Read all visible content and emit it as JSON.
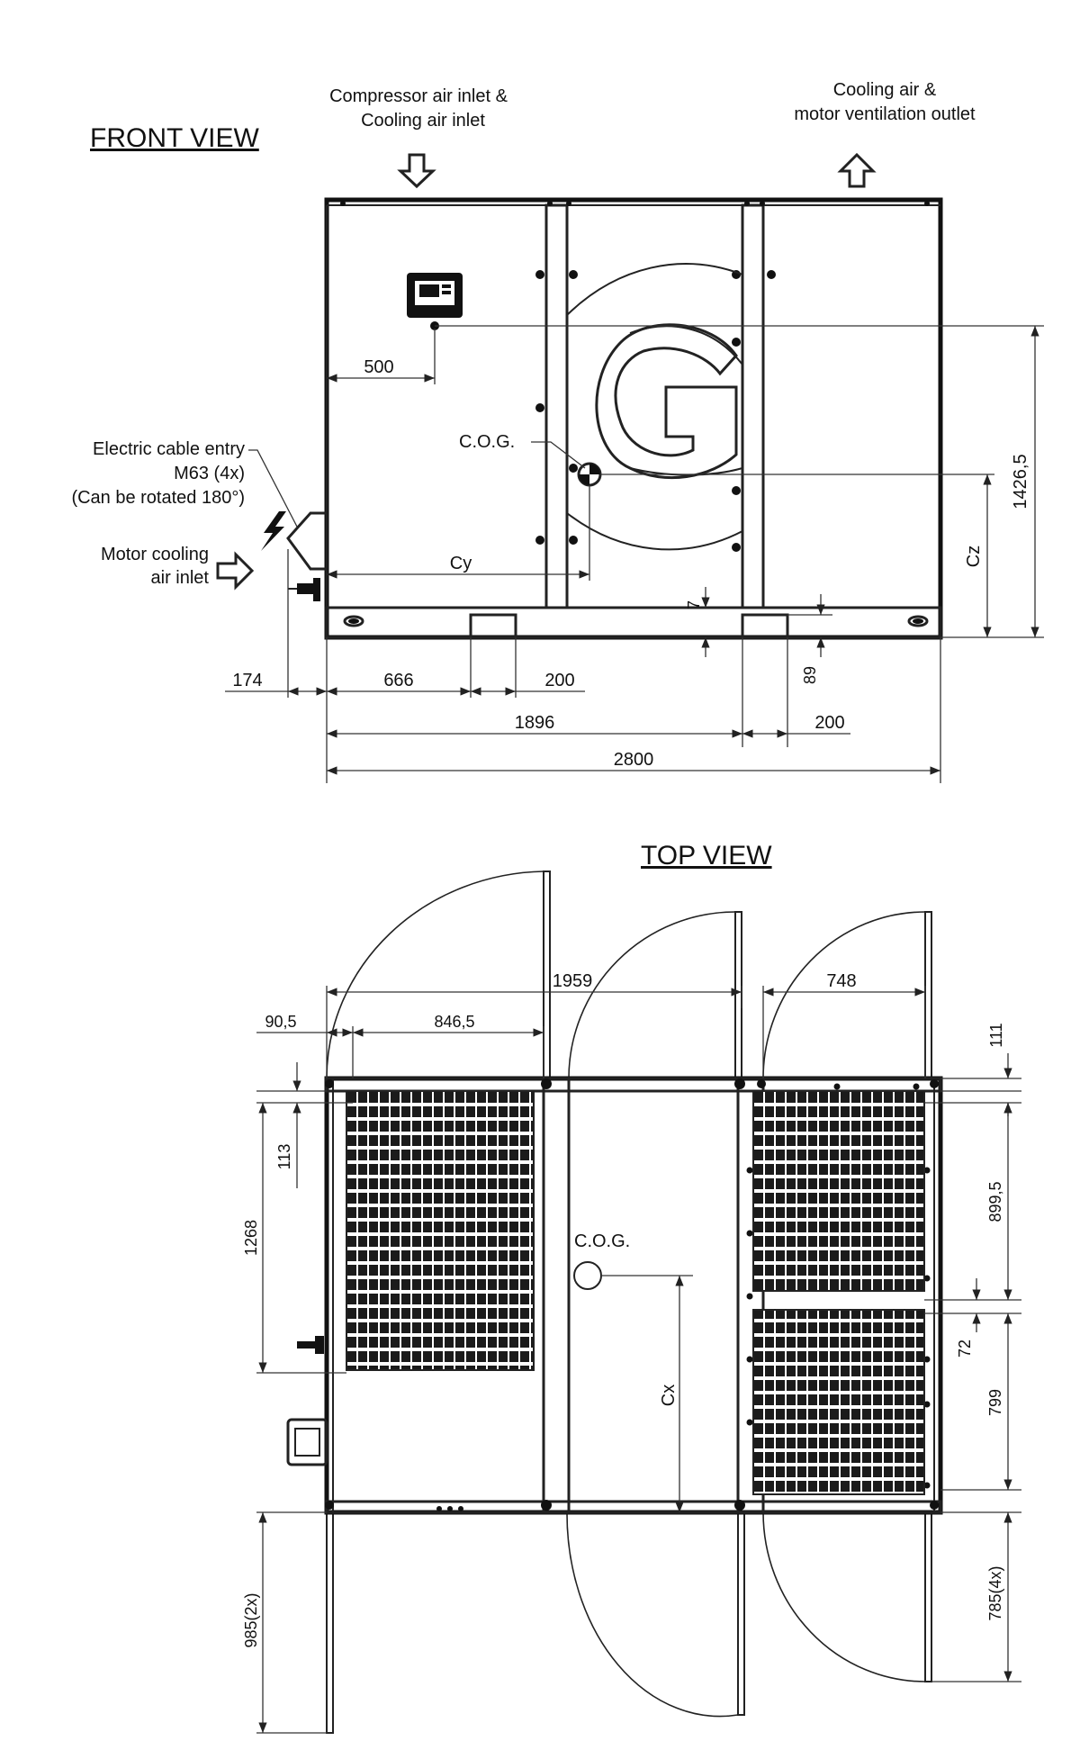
{
  "front_view": {
    "title": "FRONT VIEW",
    "labels": {
      "inlet_line1": "Compressor air inlet &",
      "inlet_line2": "Cooling air inlet",
      "outlet_line1": "Cooling air &",
      "outlet_line2": "motor ventilation outlet",
      "cable_line1": "Electric cable entry",
      "cable_line2": "M63 (4x)",
      "cable_line3": "(Can be rotated 180°)",
      "motor_line1": "Motor cooling",
      "motor_line2": "air inlet",
      "cog": "C.O.G.",
      "cy": "Cy",
      "cz": "Cz"
    },
    "dimensions": {
      "d500": "500",
      "d1426_5": "1426,5",
      "d7": "7",
      "d89": "89",
      "d174": "174",
      "d666": "666",
      "d200a": "200",
      "d1896": "1896",
      "d200b": "200",
      "d2800": "2800"
    }
  },
  "top_view": {
    "title": "TOP VIEW",
    "labels": {
      "cog": "C.O.G.",
      "cx": "Cx"
    },
    "dimensions": {
      "d1959": "1959",
      "d748": "748",
      "d90_5": "90,5",
      "d846_5": "846,5",
      "d111": "111",
      "d113": "113",
      "d1268": "1268",
      "d899_5": "899,5",
      "d72": "72",
      "d799": "799",
      "d985": "985(2x)",
      "d785": "785(4x)"
    }
  }
}
